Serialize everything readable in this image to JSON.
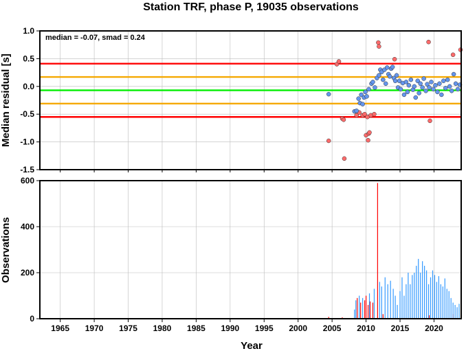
{
  "chart_data": [
    {
      "type": "scatter",
      "title": "Station TRF, phase P, 19035 observations",
      "xlabel": "",
      "ylabel": "Median residual [s]",
      "xlim": [
        1962,
        2024
      ],
      "ylim": [
        -1.5,
        1.0
      ],
      "y_ticks": [
        1.0,
        0.5,
        0.0,
        -0.5,
        -1.0,
        -1.5
      ],
      "y_tick_labels": [
        "1.0",
        "0.5",
        "0.0",
        "-0.5",
        "-1.0",
        "-1.5"
      ],
      "annotation": "median = -0.07, smad = 0.24",
      "grid": true,
      "reference_lines": [
        {
          "y": 0.41,
          "color": "#ff0000"
        },
        {
          "y": 0.17,
          "color": "#f5a800"
        },
        {
          "y": -0.07,
          "color": "#00ee00"
        },
        {
          "y": -0.31,
          "color": "#f5a800"
        },
        {
          "y": -0.55,
          "color": "#ff0000"
        }
      ],
      "series": [
        {
          "color": "#ff6b6b",
          "points": [
            [
              2004.5,
              -0.98
            ],
            [
              2005.7,
              0.4
            ],
            [
              2006.0,
              0.45
            ],
            [
              2006.5,
              -0.58
            ],
            [
              2006.7,
              -0.6
            ],
            [
              2006.8,
              -1.3
            ],
            [
              2008.6,
              -0.52
            ],
            [
              2009.0,
              -0.47
            ],
            [
              2009.5,
              -0.52
            ],
            [
              2009.8,
              -0.5
            ],
            [
              2010.0,
              -0.88
            ],
            [
              2010.2,
              -0.55
            ],
            [
              2010.3,
              -0.97
            ],
            [
              2010.4,
              -0.85
            ],
            [
              2010.5,
              -0.83
            ],
            [
              2010.7,
              -0.52
            ],
            [
              2011.2,
              -0.5
            ],
            [
              2011.8,
              0.79
            ],
            [
              2011.9,
              0.72
            ],
            [
              2014.2,
              0.49
            ],
            [
              2019.2,
              0.8
            ],
            [
              2019.4,
              -0.62
            ],
            [
              2022.8,
              0.57
            ],
            [
              2023.9,
              0.66
            ]
          ]
        },
        {
          "color": "#6495ed",
          "points": [
            [
              2004.5,
              -0.14
            ],
            [
              2008.3,
              -0.45
            ],
            [
              2008.6,
              -0.44
            ],
            [
              2008.9,
              -0.22
            ],
            [
              2009.1,
              -0.3
            ],
            [
              2009.3,
              -0.15
            ],
            [
              2009.5,
              -0.32
            ],
            [
              2009.7,
              -0.2
            ],
            [
              2009.9,
              -0.1
            ],
            [
              2010.1,
              -0.18
            ],
            [
              2010.4,
              -0.05
            ],
            [
              2010.8,
              0.05
            ],
            [
              2011.0,
              0.08
            ],
            [
              2011.3,
              -0.02
            ],
            [
              2011.6,
              0.15
            ],
            [
              2011.9,
              0.2
            ],
            [
              2012.1,
              0.3
            ],
            [
              2012.3,
              0.26
            ],
            [
              2012.5,
              0.12
            ],
            [
              2012.7,
              0.3
            ],
            [
              2012.9,
              0.05
            ],
            [
              2013.1,
              0.34
            ],
            [
              2013.3,
              0.22
            ],
            [
              2013.5,
              0.18
            ],
            [
              2013.7,
              0.32
            ],
            [
              2013.9,
              0.35
            ],
            [
              2014.1,
              0.15
            ],
            [
              2014.3,
              0.1
            ],
            [
              2014.5,
              0.2
            ],
            [
              2014.7,
              -0.02
            ],
            [
              2014.9,
              0.1
            ],
            [
              2015.1,
              -0.05
            ],
            [
              2015.4,
              0.06
            ],
            [
              2015.6,
              -0.15
            ],
            [
              2015.9,
              0.08
            ],
            [
              2016.1,
              -0.1
            ],
            [
              2016.3,
              0.02
            ],
            [
              2016.6,
              0.12
            ],
            [
              2016.9,
              -0.06
            ],
            [
              2017.1,
              0.0
            ],
            [
              2017.3,
              -0.2
            ],
            [
              2017.6,
              0.1
            ],
            [
              2017.8,
              -0.12
            ],
            [
              2018.0,
              0.05
            ],
            [
              2018.3,
              -0.02
            ],
            [
              2018.5,
              0.14
            ],
            [
              2018.8,
              -0.08
            ],
            [
              2019.0,
              0.04
            ],
            [
              2019.3,
              -0.02
            ],
            [
              2019.6,
              0.08
            ],
            [
              2019.9,
              -0.05
            ],
            [
              2020.2,
              0.02
            ],
            [
              2020.5,
              -0.1
            ],
            [
              2020.8,
              0.05
            ],
            [
              2021.1,
              -0.15
            ],
            [
              2021.4,
              0.1
            ],
            [
              2021.7,
              -0.03
            ],
            [
              2022.0,
              0.12
            ],
            [
              2022.3,
              0.0
            ],
            [
              2022.6,
              -0.08
            ],
            [
              2022.9,
              0.22
            ],
            [
              2023.2,
              0.05
            ],
            [
              2023.5,
              -0.05
            ],
            [
              2023.8,
              0.03
            ]
          ]
        }
      ]
    },
    {
      "type": "bar",
      "xlabel": "Year",
      "ylabel": "Observations",
      "xlim": [
        1962,
        2024
      ],
      "ylim": [
        0,
        600
      ],
      "x_ticks": [
        1965,
        1970,
        1975,
        1980,
        1985,
        1990,
        1995,
        2000,
        2005,
        2010,
        2015,
        2020
      ],
      "x_tick_labels": [
        "1965",
        "1970",
        "1975",
        "1980",
        "1985",
        "1990",
        "1995",
        "2000",
        "2005",
        "2010",
        "2015",
        "2020"
      ],
      "y_ticks": [
        0,
        200,
        400,
        600
      ],
      "y_tick_labels": [
        "0",
        "200",
        "400",
        "600"
      ],
      "grid": true,
      "series": [
        {
          "color": "#ff0000",
          "bars": [
            [
              2004.5,
              8
            ],
            [
              2006.5,
              6
            ],
            [
              2008.7,
              90
            ],
            [
              2009.2,
              70
            ],
            [
              2009.8,
              80
            ],
            [
              2010.0,
              100
            ],
            [
              2010.3,
              60
            ],
            [
              2010.6,
              75
            ],
            [
              2011.0,
              70
            ],
            [
              2011.7,
              590
            ],
            [
              2012.5,
              20
            ],
            [
              2019.3,
              15
            ],
            [
              2022.8,
              20
            ]
          ]
        },
        {
          "color": "#3399ff",
          "bars": [
            [
              2008.3,
              40
            ],
            [
              2008.5,
              80
            ],
            [
              2009.0,
              100
            ],
            [
              2009.5,
              90
            ],
            [
              2010.5,
              110
            ],
            [
              2011.2,
              130
            ],
            [
              2012.0,
              160
            ],
            [
              2012.3,
              140
            ],
            [
              2012.8,
              180
            ],
            [
              2013.2,
              150
            ],
            [
              2013.6,
              165
            ],
            [
              2014.0,
              130
            ],
            [
              2014.3,
              100
            ],
            [
              2014.6,
              60
            ],
            [
              2015.0,
              120
            ],
            [
              2015.3,
              180
            ],
            [
              2015.6,
              100
            ],
            [
              2015.9,
              150
            ],
            [
              2016.2,
              200
            ],
            [
              2016.5,
              150
            ],
            [
              2016.8,
              190
            ],
            [
              2017.1,
              200
            ],
            [
              2017.4,
              230
            ],
            [
              2017.7,
              260
            ],
            [
              2018.0,
              200
            ],
            [
              2018.3,
              250
            ],
            [
              2018.6,
              230
            ],
            [
              2018.9,
              210
            ],
            [
              2019.2,
              150
            ],
            [
              2019.5,
              180
            ],
            [
              2019.8,
              210
            ],
            [
              2020.1,
              190
            ],
            [
              2020.4,
              160
            ],
            [
              2020.7,
              185
            ],
            [
              2021.0,
              150
            ],
            [
              2021.3,
              140
            ],
            [
              2021.6,
              175
            ],
            [
              2021.9,
              130
            ],
            [
              2022.2,
              120
            ],
            [
              2022.5,
              90
            ],
            [
              2022.8,
              70
            ],
            [
              2023.1,
              60
            ],
            [
              2023.4,
              50
            ],
            [
              2023.7,
              65
            ]
          ]
        }
      ]
    }
  ]
}
